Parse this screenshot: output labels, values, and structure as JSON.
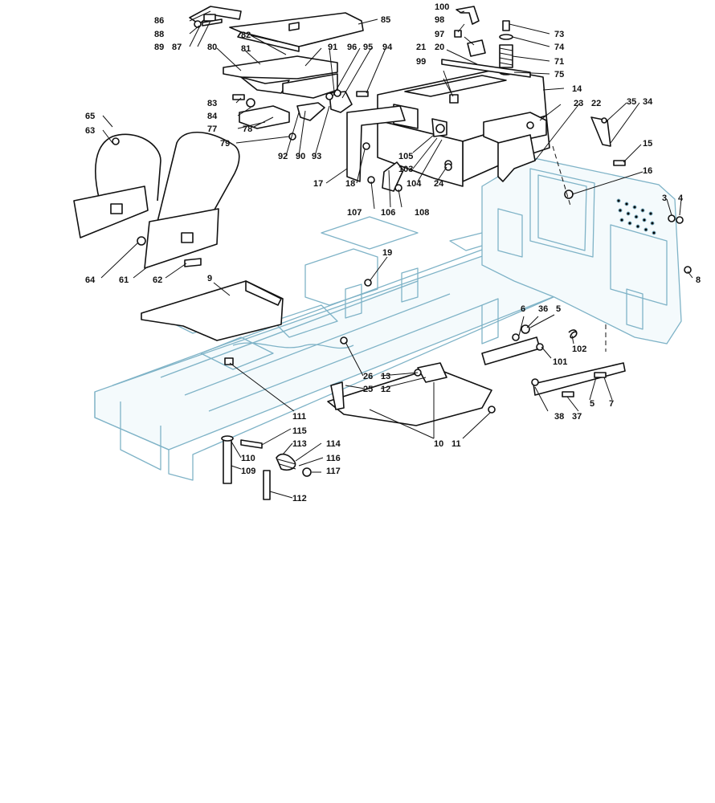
{
  "callouts": [
    {
      "id": "86",
      "text": "86"
    },
    {
      "id": "88",
      "text": "88"
    },
    {
      "id": "89",
      "text": "89"
    },
    {
      "id": "87",
      "text": "87"
    },
    {
      "id": "85",
      "text": "85"
    },
    {
      "id": "82",
      "text": "82"
    },
    {
      "id": "80",
      "text": "80"
    },
    {
      "id": "81",
      "text": "81"
    },
    {
      "id": "91",
      "text": "91"
    },
    {
      "id": "96",
      "text": "96"
    },
    {
      "id": "95",
      "text": "95"
    },
    {
      "id": "94",
      "text": "94"
    },
    {
      "id": "83",
      "text": "83"
    },
    {
      "id": "84",
      "text": "84"
    },
    {
      "id": "77",
      "text": "77"
    },
    {
      "id": "78",
      "text": "78"
    },
    {
      "id": "79",
      "text": "79"
    },
    {
      "id": "92",
      "text": "92"
    },
    {
      "id": "90",
      "text": "90"
    },
    {
      "id": "93",
      "text": "93"
    },
    {
      "id": "100",
      "text": "100"
    },
    {
      "id": "98",
      "text": "98"
    },
    {
      "id": "97",
      "text": "97"
    },
    {
      "id": "21",
      "text": "21"
    },
    {
      "id": "20",
      "text": "20"
    },
    {
      "id": "99",
      "text": "99"
    },
    {
      "id": "73",
      "text": "73"
    },
    {
      "id": "74",
      "text": "74"
    },
    {
      "id": "71",
      "text": "71"
    },
    {
      "id": "75",
      "text": "75"
    },
    {
      "id": "14",
      "text": "14"
    },
    {
      "id": "23",
      "text": "23"
    },
    {
      "id": "22",
      "text": "22"
    },
    {
      "id": "35",
      "text": "35"
    },
    {
      "id": "34",
      "text": "34"
    },
    {
      "id": "15",
      "text": "15"
    },
    {
      "id": "16",
      "text": "16"
    },
    {
      "id": "3",
      "text": "3"
    },
    {
      "id": "4",
      "text": "4"
    },
    {
      "id": "8",
      "text": "8"
    },
    {
      "id": "65",
      "text": "65"
    },
    {
      "id": "63",
      "text": "63"
    },
    {
      "id": "64",
      "text": "64"
    },
    {
      "id": "61",
      "text": "61"
    },
    {
      "id": "62",
      "text": "62"
    },
    {
      "id": "17",
      "text": "17"
    },
    {
      "id": "18",
      "text": "18"
    },
    {
      "id": "105",
      "text": "105"
    },
    {
      "id": "103",
      "text": "103"
    },
    {
      "id": "104",
      "text": "104"
    },
    {
      "id": "24",
      "text": "24"
    },
    {
      "id": "107",
      "text": "107"
    },
    {
      "id": "106",
      "text": "106"
    },
    {
      "id": "108",
      "text": "108"
    },
    {
      "id": "19",
      "text": "19"
    },
    {
      "id": "9",
      "text": "9"
    },
    {
      "id": "6",
      "text": "6"
    },
    {
      "id": "36",
      "text": "36"
    },
    {
      "id": "5a",
      "text": "5"
    },
    {
      "id": "102",
      "text": "102"
    },
    {
      "id": "101",
      "text": "101"
    },
    {
      "id": "26",
      "text": "26"
    },
    {
      "id": "13",
      "text": "13"
    },
    {
      "id": "25",
      "text": "25"
    },
    {
      "id": "12",
      "text": "12"
    },
    {
      "id": "5b",
      "text": "5"
    },
    {
      "id": "7",
      "text": "7"
    },
    {
      "id": "38",
      "text": "38"
    },
    {
      "id": "37",
      "text": "37"
    },
    {
      "id": "111",
      "text": "111"
    },
    {
      "id": "10",
      "text": "10"
    },
    {
      "id": "11",
      "text": "11"
    },
    {
      "id": "115",
      "text": "115"
    },
    {
      "id": "113",
      "text": "113"
    },
    {
      "id": "114",
      "text": "114"
    },
    {
      "id": "110",
      "text": "110"
    },
    {
      "id": "116",
      "text": "116"
    },
    {
      "id": "109",
      "text": "109"
    },
    {
      "id": "117",
      "text": "117"
    },
    {
      "id": "112",
      "text": "112"
    }
  ],
  "colors": {
    "line": "#111111",
    "frame": "#7fb3c7",
    "background": "#ffffff"
  }
}
